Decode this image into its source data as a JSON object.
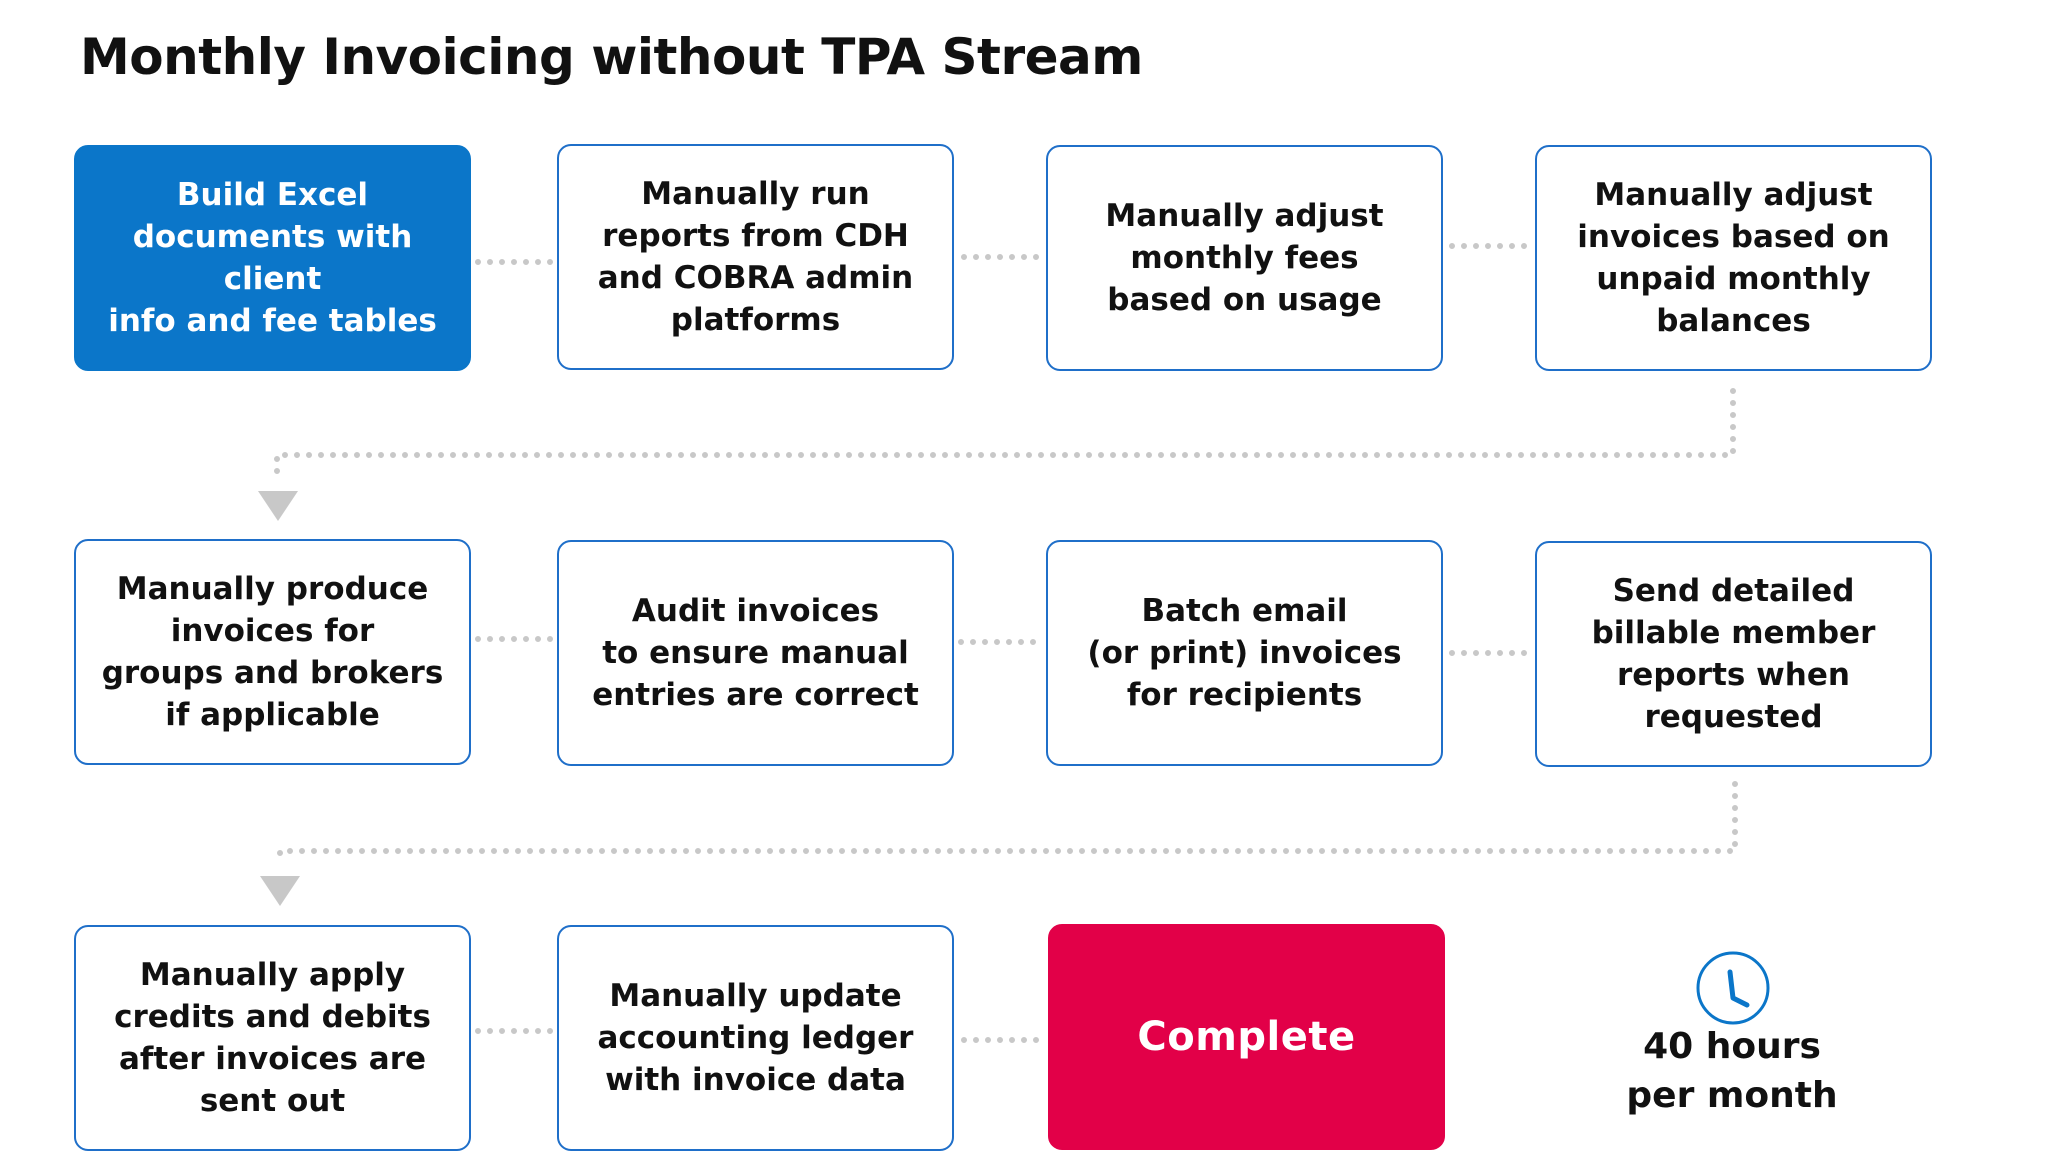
{
  "title": "Monthly Invoicing without TPA Stream",
  "colors": {
    "accent_blue": "#0b76c9",
    "box_border": "#1f6fc9",
    "complete_red": "#e20048",
    "connector_gray": "#c8c8c8",
    "text": "#111111"
  },
  "steps": [
    {
      "label": "Build Excel\ndocuments with client\ninfo and fee tables"
    },
    {
      "label": "Manually run\nreports from CDH\nand COBRA admin\nplatforms"
    },
    {
      "label": "Manually adjust\nmonthly fees\nbased on usage"
    },
    {
      "label": "Manually adjust\ninvoices based on\nunpaid monthly\nbalances"
    },
    {
      "label": "Manually produce\ninvoices for\ngroups and brokers\nif applicable"
    },
    {
      "label": "Audit invoices\nto ensure manual\nentries are correct"
    },
    {
      "label": "Batch email\n(or print) invoices\nfor recipients"
    },
    {
      "label": "Send detailed\nbillable member\nreports when\nrequested"
    },
    {
      "label": "Manually apply\ncredits and debits\nafter invoices are\nsent out"
    },
    {
      "label": "Manually update\naccounting ledger\nwith invoice data"
    },
    {
      "label": "Complete"
    }
  ],
  "summary": {
    "icon": "clock-icon",
    "text": "40 hours\nper month"
  }
}
